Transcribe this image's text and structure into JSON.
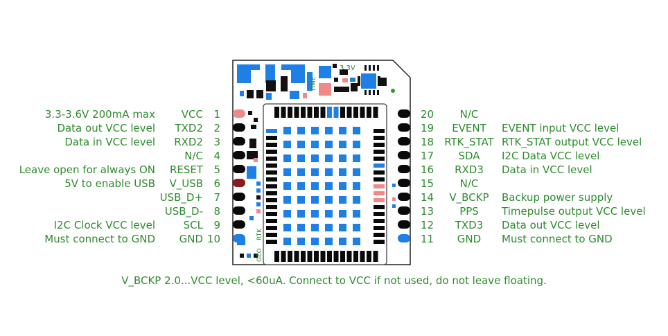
{
  "left_pins": [
    {
      "num": "1",
      "name": "VCC",
      "desc": "3.3-3.6V 200mA max"
    },
    {
      "num": "2",
      "name": "TXD2",
      "desc": "Data out VCC level"
    },
    {
      "num": "3",
      "name": "RXD2",
      "desc": "Data in VCC level"
    },
    {
      "num": "4",
      "name": "N/C",
      "desc": ""
    },
    {
      "num": "5",
      "name": "RESET",
      "desc": "Leave open for always ON"
    },
    {
      "num": "6",
      "name": "V_USB",
      "desc": "5V to enable USB"
    },
    {
      "num": "7",
      "name": "USB_D+",
      "desc": ""
    },
    {
      "num": "8",
      "name": "USB_D-",
      "desc": ""
    },
    {
      "num": "9",
      "name": "SCL",
      "desc": "I2C Clock VCC level"
    },
    {
      "num": "10",
      "name": "GND",
      "desc": "Must connect to GND"
    }
  ],
  "right_pins": [
    {
      "num": "20",
      "name": "N/C",
      "desc": ""
    },
    {
      "num": "19",
      "name": "EVENT",
      "desc": "EVENT input VCC level"
    },
    {
      "num": "18",
      "name": "RTK_STAT",
      "desc": "RTK_STAT output VCC level"
    },
    {
      "num": "17",
      "name": "SDA",
      "desc": "I2C Data VCC level"
    },
    {
      "num": "16",
      "name": "RXD3",
      "desc": "Data in VCC level"
    },
    {
      "num": "15",
      "name": "N/C",
      "desc": ""
    },
    {
      "num": "14",
      "name": "V_BCKP",
      "desc": "Backup power supply"
    },
    {
      "num": "13",
      "name": "PPS",
      "desc": "Timepulse output VCC level"
    },
    {
      "num": "12",
      "name": "TXD3",
      "desc": "Data out VCC level"
    },
    {
      "num": "11",
      "name": "GND",
      "desc": "Must connect to GND"
    }
  ],
  "board_labels": {
    "voltage": "3.3V",
    "time": "TIME",
    "rtk": "RTK",
    "geo": "GEO"
  },
  "footer": "V_BCKP 2.0...VCC level, <60uA. Connect to VCC if not used, do not leave floating.",
  "colors": {
    "text": "#2e8b2e",
    "pad": "#0a0a0a",
    "blue": "#1e7fe6",
    "pink": "#f08a8a",
    "maroon": "#8b1a1a"
  }
}
